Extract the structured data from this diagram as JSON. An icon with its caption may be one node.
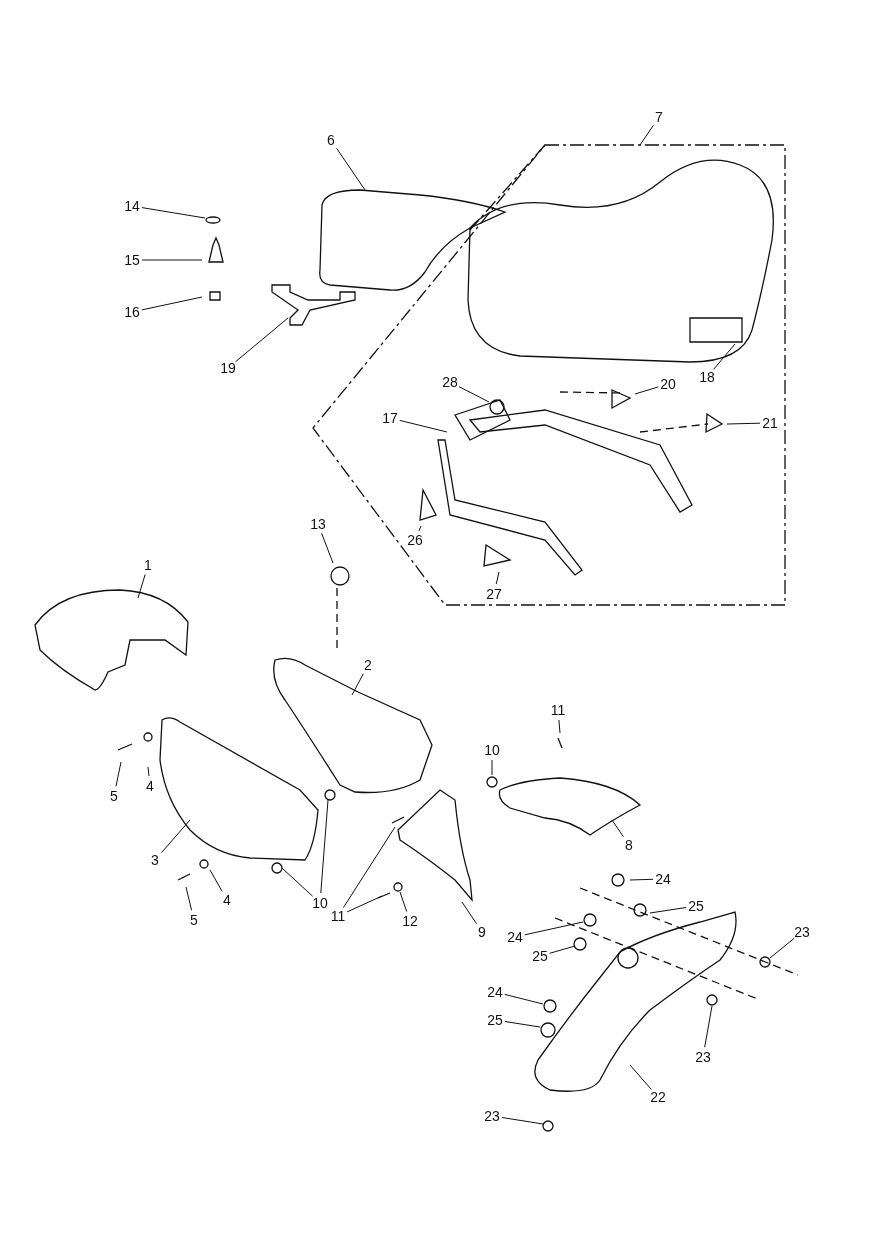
{
  "diagram": {
    "nodes": [
      {
        "text": [
          "7"
        ]
      },
      {
        "text": [
          "6"
        ]
      },
      {
        "text": [
          "14"
        ]
      },
      {
        "text": [
          "15"
        ]
      },
      {
        "text": [
          "16"
        ]
      },
      {
        "text": [
          "19"
        ]
      },
      {
        "text": [
          "18"
        ]
      },
      {
        "text": [
          "28"
        ]
      },
      {
        "text": [
          "20"
        ]
      },
      {
        "text": [
          "17"
        ]
      },
      {
        "text": [
          "21"
        ]
      },
      {
        "text": [
          "13"
        ]
      },
      {
        "text": [
          "26"
        ]
      },
      {
        "text": [
          "1"
        ]
      },
      {
        "text": [
          "27"
        ]
      },
      {
        "text": [
          "2"
        ]
      },
      {
        "text": [
          "11"
        ]
      },
      {
        "text": [
          "10"
        ]
      },
      {
        "text": [
          "4"
        ]
      },
      {
        "text": [
          "5"
        ]
      },
      {
        "text": [
          "8"
        ]
      },
      {
        "text": [
          "3"
        ]
      },
      {
        "text": [
          "24"
        ]
      },
      {
        "text": [
          "25"
        ]
      },
      {
        "text": [
          "4"
        ]
      },
      {
        "text": [
          "10"
        ]
      },
      {
        "text": [
          "11"
        ]
      },
      {
        "text": [
          "5"
        ]
      },
      {
        "text": [
          "12"
        ]
      },
      {
        "text": [
          "9"
        ]
      },
      {
        "text": [
          "23"
        ]
      },
      {
        "text": [
          "24"
        ]
      },
      {
        "text": [
          "25"
        ]
      },
      {
        "text": [
          "24"
        ]
      },
      {
        "text": [
          "25"
        ]
      },
      {
        "text": [
          "23"
        ]
      },
      {
        "text": [
          "22"
        ]
      },
      {
        "text": [
          "23"
        ]
      }
    ],
    "edges": [
      {
        "from": 0,
        "to": null,
        "arrow": "none"
      },
      {
        "from": 1,
        "to": null,
        "arrow": "none"
      },
      {
        "from": 2,
        "to": null,
        "arrow": "none"
      },
      {
        "from": 3,
        "to": null,
        "arrow": "none"
      },
      {
        "from": 4,
        "to": null,
        "arrow": "none"
      },
      {
        "from": 5,
        "to": null,
        "arrow": "none"
      },
      {
        "from": 6,
        "to": null,
        "arrow": "none"
      },
      {
        "from": 7,
        "to": null,
        "arrow": "none"
      },
      {
        "from": 8,
        "to": null,
        "arrow": "none"
      },
      {
        "from": 9,
        "to": null,
        "arrow": "none"
      },
      {
        "from": 10,
        "to": null,
        "arrow": "none"
      },
      {
        "from": 11,
        "to": null,
        "arrow": "none"
      },
      {
        "from": 12,
        "to": null,
        "arrow": "none"
      },
      {
        "from": 13,
        "to": null,
        "arrow": "none"
      },
      {
        "from": 14,
        "to": null,
        "arrow": "none"
      },
      {
        "from": 15,
        "to": null,
        "arrow": "none"
      },
      {
        "from": 16,
        "to": null,
        "arrow": "none"
      },
      {
        "from": 17,
        "to": null,
        "arrow": "none"
      },
      {
        "from": 18,
        "to": null,
        "arrow": "none"
      },
      {
        "from": 19,
        "to": null,
        "arrow": "none"
      },
      {
        "from": 20,
        "to": null,
        "arrow": "none"
      },
      {
        "from": 21,
        "to": null,
        "arrow": "none"
      },
      {
        "from": 22,
        "to": null,
        "arrow": "none"
      },
      {
        "from": 23,
        "to": null,
        "arrow": "none"
      },
      {
        "from": 24,
        "to": null,
        "arrow": "none"
      },
      {
        "from": 25,
        "to": null,
        "arrow": "none"
      },
      {
        "from": 25,
        "to": null,
        "arrow": "none"
      },
      {
        "from": 26,
        "to": null,
        "arrow": "none"
      },
      {
        "from": 26,
        "to": null,
        "arrow": "none"
      },
      {
        "from": 27,
        "to": null,
        "arrow": "none"
      },
      {
        "from": 28,
        "to": null,
        "arrow": "none"
      },
      {
        "from": 29,
        "to": null,
        "arrow": "none"
      },
      {
        "from": 30,
        "to": null,
        "arrow": "none"
      },
      {
        "from": 31,
        "to": null,
        "arrow": "none"
      },
      {
        "from": 32,
        "to": null,
        "arrow": "none"
      },
      {
        "from": 33,
        "to": null,
        "arrow": "none"
      },
      {
        "from": 34,
        "to": null,
        "arrow": "none"
      },
      {
        "from": 35,
        "to": null,
        "arrow": "none"
      },
      {
        "from": 36,
        "to": null,
        "arrow": "none"
      },
      {
        "from": 37,
        "to": null,
        "arrow": "none"
      }
    ]
  }
}
